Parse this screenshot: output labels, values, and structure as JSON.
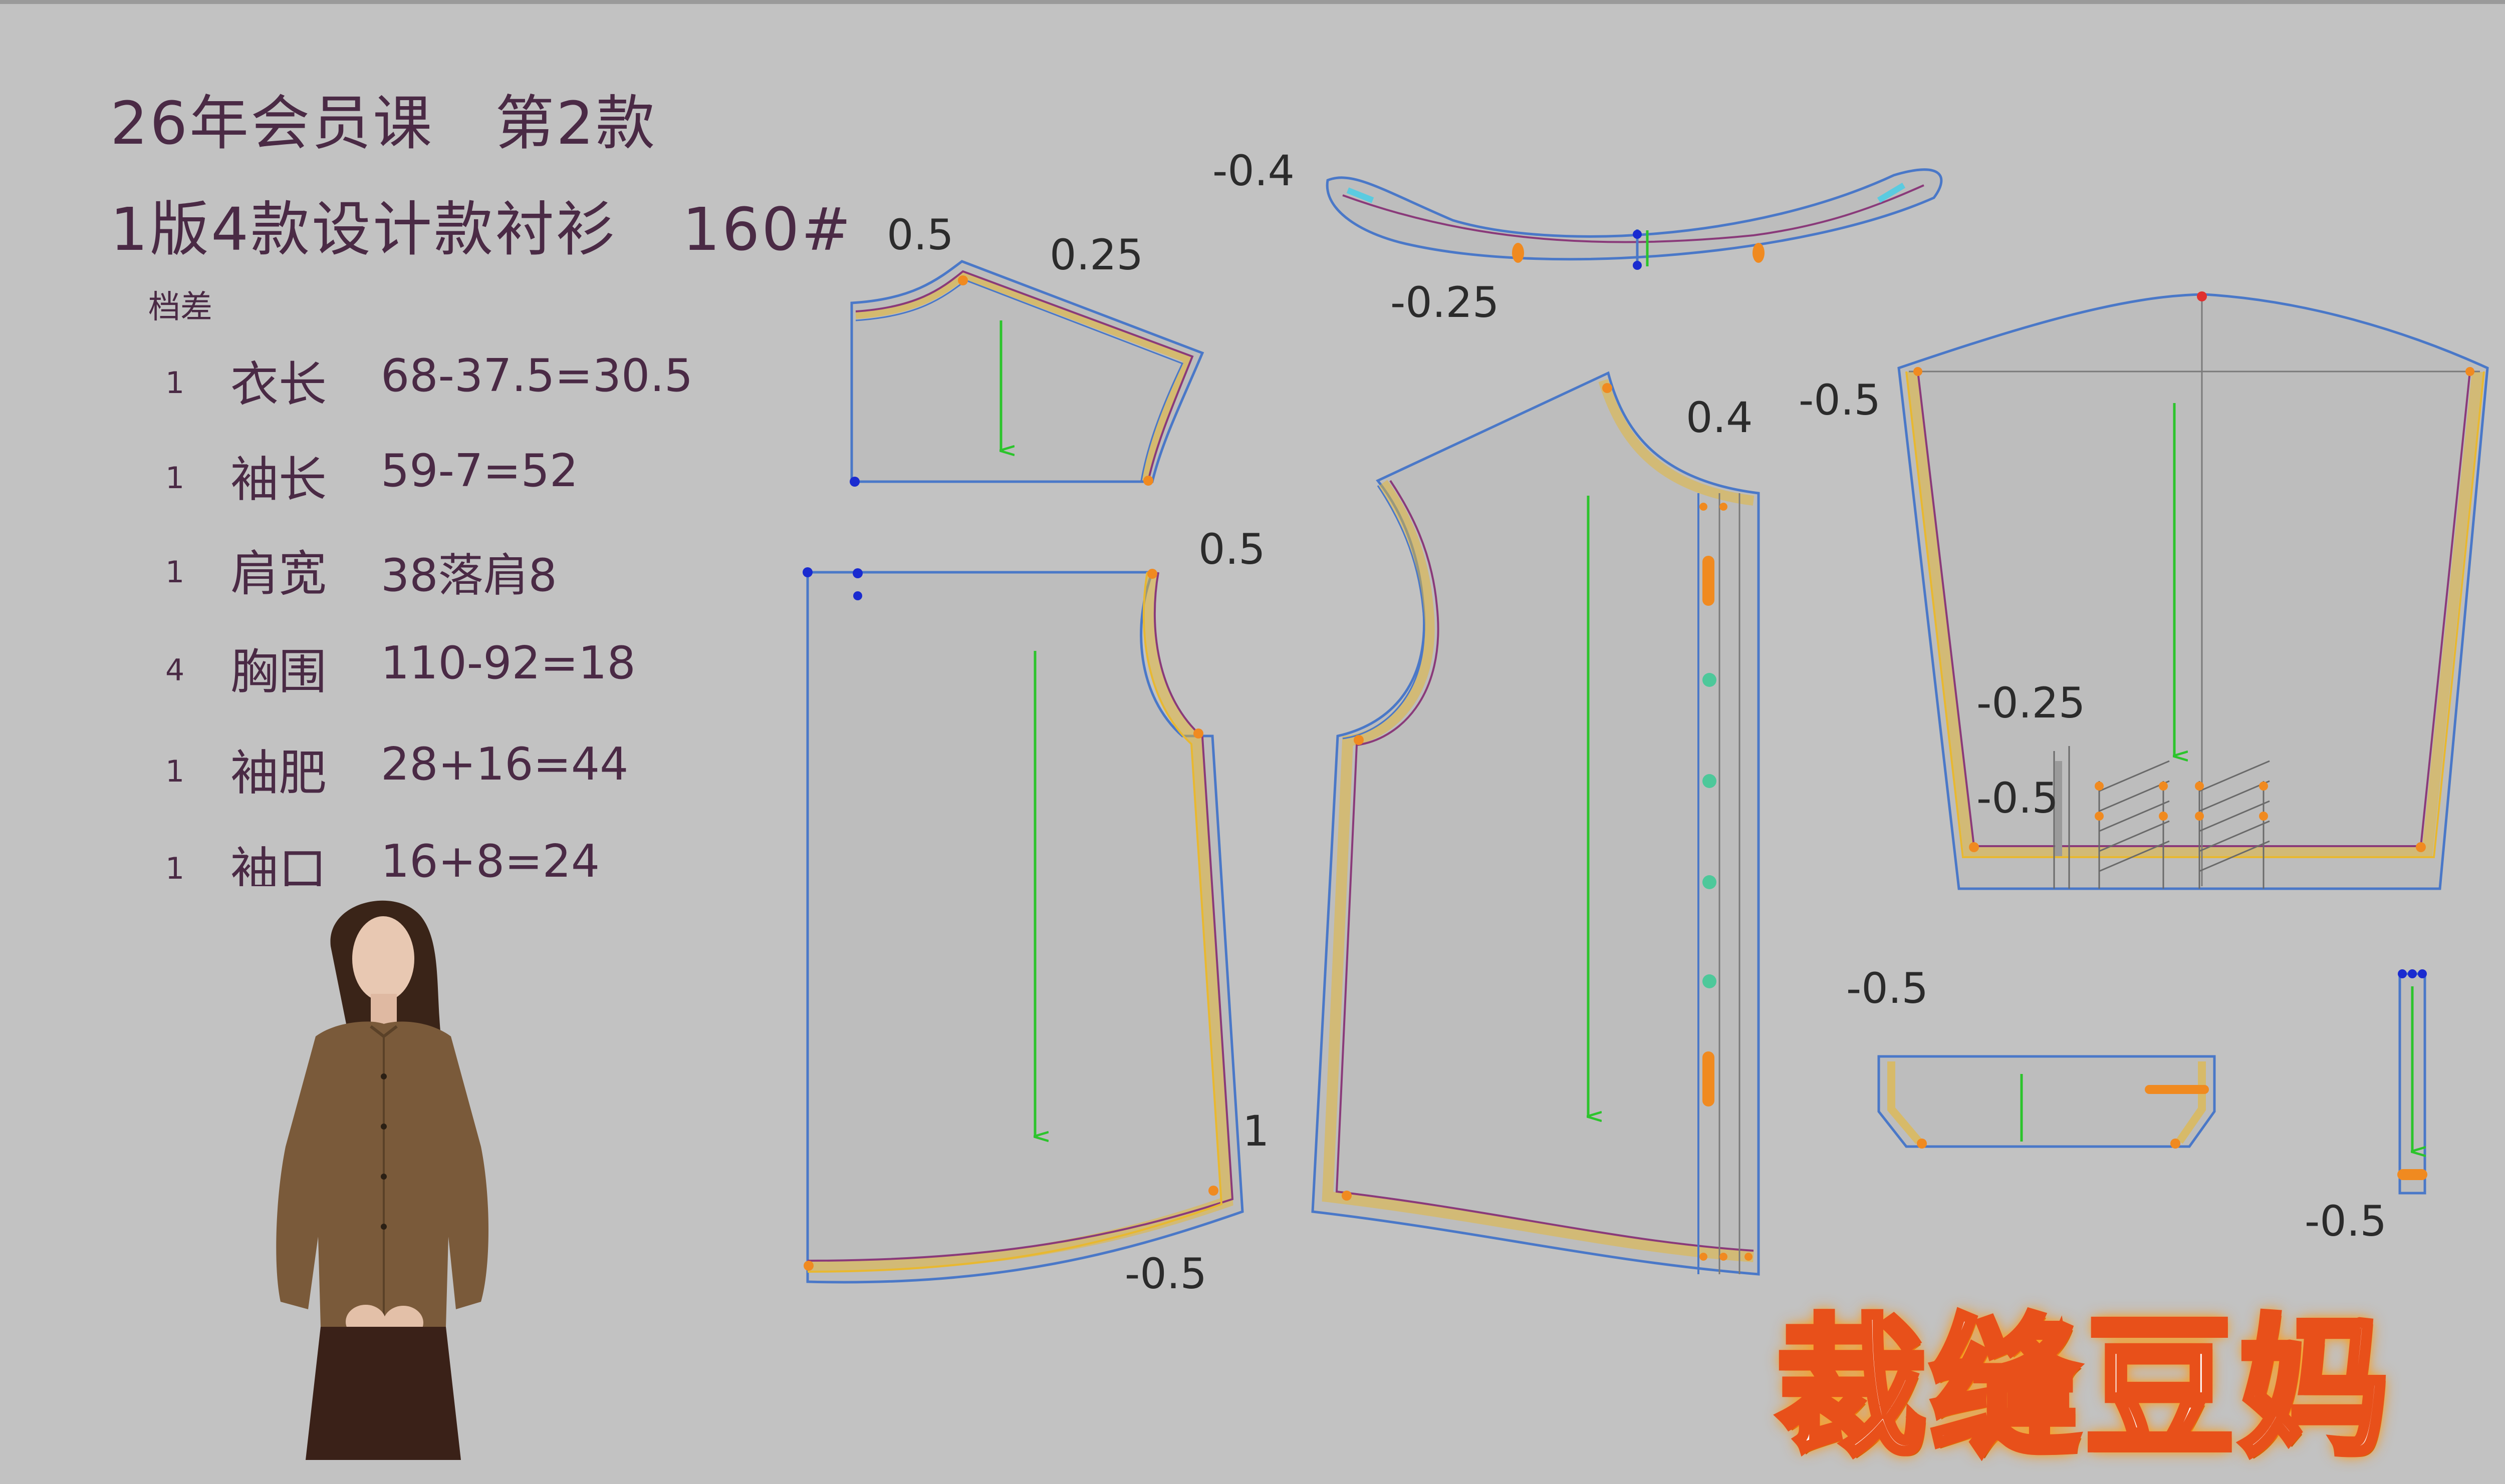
{
  "title": {
    "line1": "26年会员课　第2款",
    "line2_text": "1版4款设计款衬衫",
    "line2_size": "160#"
  },
  "grading": {
    "heading": "档差",
    "rows": [
      {
        "count": "1",
        "name": "衣长",
        "formula": "68-37.5=30.5"
      },
      {
        "count": "1",
        "name": "袖长",
        "formula": "59-7=52"
      },
      {
        "count": "1",
        "name": "肩宽",
        "formula": "38落肩8"
      },
      {
        "count": "4",
        "name": "胸围",
        "formula": "110-92=18"
      },
      {
        "count": "1",
        "name": "袖肥",
        "formula": "28+16=44"
      },
      {
        "count": "1",
        "name": "袖口",
        "formula": "16+8=24"
      }
    ]
  },
  "dimensions": {
    "yoke_shoulder_a": "0.5",
    "yoke_shoulder_b": "0.25",
    "collar_left": "-0.4",
    "collar_bottom": "-0.25",
    "back_armhole": "0.5",
    "back_side": "1",
    "back_hem": "-0.5",
    "front_neck": "0.4",
    "sleeve_cap": "-0.5",
    "sleeve_inner_a": "-0.25",
    "sleeve_inner_b": "-0.5",
    "cuff": "-0.5",
    "placket": "-0.5"
  },
  "logo": "裁缝豆妈",
  "colors": {
    "background": "#c2c2c2",
    "pattern_outline": "#4a78c8",
    "seam_purple": "#8a3a7a",
    "seam_yellow": "#e8b830",
    "grainline": "#2cc42c",
    "notch": "#f08a20",
    "text": "#4a2a45"
  }
}
